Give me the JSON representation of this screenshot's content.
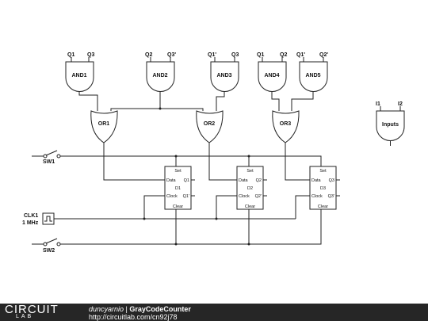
{
  "gates": {
    "and1": {
      "label": "AND1",
      "in_a": "Q1",
      "in_b": "Q3"
    },
    "and2": {
      "label": "AND2",
      "in_a": "Q2",
      "in_b": "Q3'"
    },
    "and3": {
      "label": "AND3",
      "in_a": "Q1'",
      "in_b": "Q3"
    },
    "and4": {
      "label": "AND4",
      "in_a": "Q1",
      "in_b": "Q2"
    },
    "and5": {
      "label": "AND5",
      "in_a": "Q1'",
      "in_b": "Q2'"
    },
    "or1": {
      "label": "OR1"
    },
    "or2": {
      "label": "OR2"
    },
    "or3": {
      "label": "OR3"
    },
    "inputs": {
      "label": "Inputs",
      "in_a": "I1",
      "in_b": "I2"
    }
  },
  "flipflops": [
    {
      "set": "Set",
      "data": "Data",
      "q": "Q1",
      "name": "D1",
      "clock": "Clock",
      "qbar": "Q1'",
      "clear": "Clear"
    },
    {
      "set": "Set",
      "data": "Data",
      "q": "Q2",
      "name": "D2",
      "clock": "Clock",
      "qbar": "Q2'",
      "clear": "Clear"
    },
    {
      "set": "Set",
      "data": "Data",
      "q": "Q3",
      "name": "D3",
      "clock": "Clock",
      "qbar": "Q3'",
      "clear": "Clear"
    }
  ],
  "switches": {
    "sw1": "SW1",
    "sw2": "SW2"
  },
  "clock": {
    "name": "CLK1",
    "freq": "1 MHz"
  },
  "footer": {
    "logo_top": "CIRCUIT",
    "logo_bottom": "LAB",
    "author": "duncyarnio",
    "separator": " | ",
    "title": "GrayCodeCounter",
    "url": "http://circuitlab.com/cn92j78"
  }
}
